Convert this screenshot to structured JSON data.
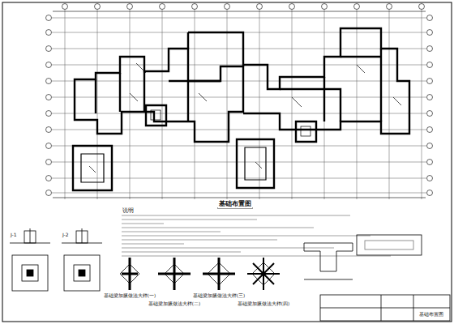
{
  "diagram": {
    "title": "基础布置图",
    "labels": [
      "说明",
      "J-1",
      "J-2",
      "基础梁加腋做法大样(一)",
      "基础梁加腋做法大样(二)",
      "基础梁加腋做法大样(三)",
      "基础梁加腋做法大样(四)",
      "基础布置图"
    ]
  }
}
